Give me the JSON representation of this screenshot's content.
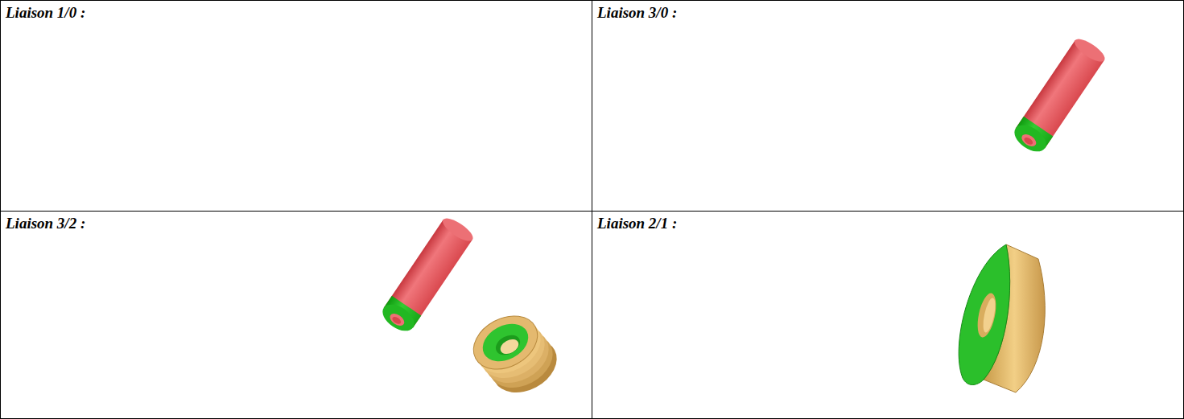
{
  "diagram": {
    "nodes": [
      {
        "text": [
          "Liaison 1/0 :"
        ]
      },
      {
        "text": [
          "Liaison 3/0 :"
        ]
      },
      {
        "text": [
          "Liaison 3/2 :"
        ]
      },
      {
        "text": [
          "Liaison 2/1 :"
        ]
      }
    ]
  }
}
